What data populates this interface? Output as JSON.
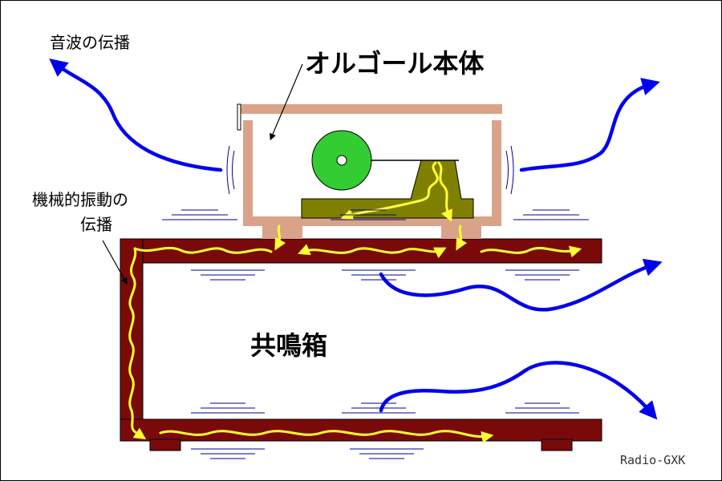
{
  "labels": {
    "sound_propagation": "音波の伝播",
    "music_box_body": "オルゴール本体",
    "mechanical_vibration_line1": "機械的振動の",
    "mechanical_vibration_line2": "伝播",
    "resonance_box": "共鳴箱",
    "watermark": "Radio-GXK"
  },
  "colors": {
    "box_frame": "#D9A38A",
    "resonance_wood": "#7A0A0A",
    "mechanism": "#808000",
    "drum": "#33CC33",
    "vibration_path": "#FFFF33",
    "sound_wave": "#0000EE",
    "ripple": "#000099"
  }
}
